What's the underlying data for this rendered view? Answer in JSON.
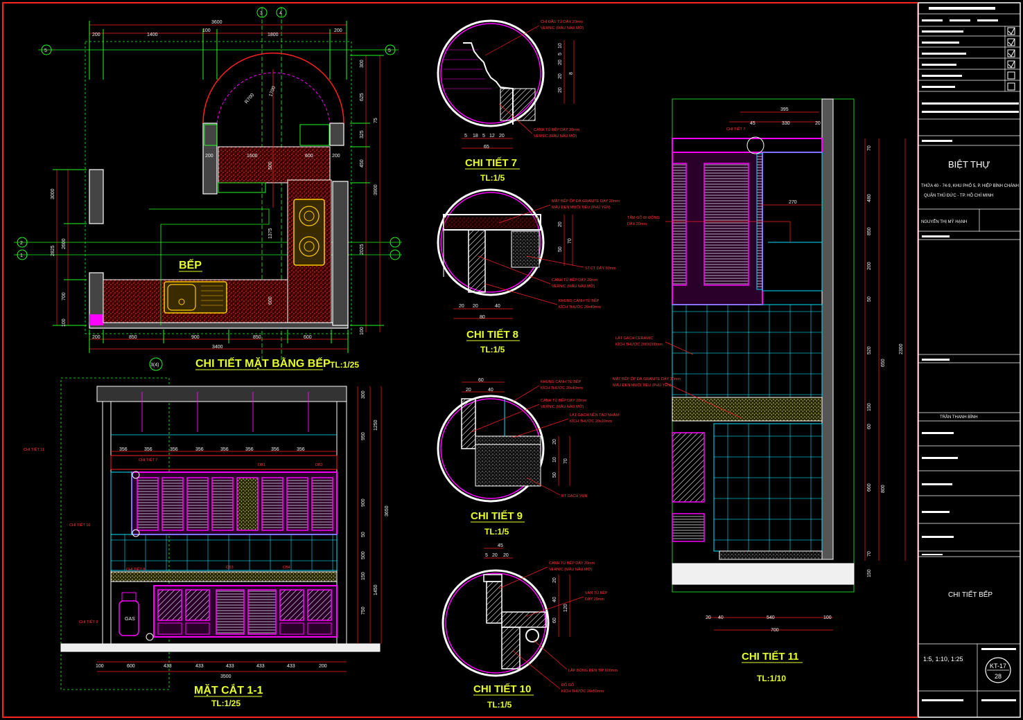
{
  "colors": {
    "background": "#000000",
    "frame": "#ff2020",
    "wall": "#ffffff",
    "accent_green": "#22ff22",
    "accent_magenta": "#ff00ff",
    "cyan": "#00e5ff",
    "title": "#e8ff2a",
    "dimension_text": "#f2f2f2",
    "note_text": "#ff3b3b"
  },
  "plan": {
    "title": "CHI TIẾT MẶT BẰNG BẾP",
    "scale": "TL:1/25",
    "room_label": "BẾP",
    "top_dims": [
      "3600",
      "200",
      "1400",
      "100",
      "1800",
      "200"
    ],
    "bottom_dims": [
      "200",
      "850",
      "900",
      "850",
      "600",
      "3400"
    ],
    "grid_marks": [
      "5",
      "5",
      "3",
      "4",
      "2",
      "1",
      "3(4)"
    ],
    "left_dims": [
      "3000",
      "2600",
      "700",
      "100",
      "2825"
    ],
    "right_dims": [
      "300",
      "625",
      "325",
      "450",
      "3900",
      "2025",
      "100",
      "75"
    ],
    "inner_dims": [
      "200",
      "1600",
      "600",
      "200",
      "R700",
      "1700",
      "1375",
      "600",
      "500"
    ]
  },
  "section": {
    "title": "MẶT CẮT 1-1",
    "scale": "TL:1/25",
    "top_dims": [
      "356",
      "356",
      "356",
      "356",
      "356",
      "356",
      "356",
      "356"
    ],
    "bottom_dims": [
      "100",
      "600",
      "433",
      "433",
      "433",
      "433",
      "433",
      "200",
      "3500"
    ],
    "right_dims": [
      "300",
      "950",
      "1250",
      "900",
      "50",
      "500",
      "3650",
      "150",
      "750",
      "1450"
    ],
    "labels": [
      "CHI TIẾT 11",
      "CHI TIẾT 7",
      "CHI TIẾT 10",
      "CHI TIẾT 8",
      "CHI TIẾT 9",
      "DB1",
      "DB2",
      "CB3",
      "CB4",
      "GAS"
    ]
  },
  "details": [
    {
      "title": "CHI TIẾT 7",
      "scale": "TL:1/5",
      "notes": [
        "CHỈ ĐẦU TỦ DÀY 20mm",
        "VERNIC (MÀU NÂU MỜ)",
        "CÁNH TỦ BẾP DÀY 20mm",
        "VERNIC (MÀU NÂU MỜ)"
      ],
      "dims": [
        "5",
        "18",
        "5",
        "12",
        "20",
        "65",
        "10",
        "5",
        "20",
        "20",
        "20",
        "8"
      ]
    },
    {
      "title": "CHI TIẾT 8",
      "scale": "TL:1/5",
      "notes": [
        "MẶT BẾP ỐP ĐÁ GRANITE DÀY 20mm",
        "MÀU ĐEN MUỐI TIÊU (PHÚ YÊN)",
        "ST.CT DÀY 50mm",
        "CÁNH TỦ BẾP DÀY 20mm",
        "VERNIC (MÀU NÂU MỜ)",
        "KHUNG CÁNH TỦ BẾP",
        "KÍCH THƯỚC 20x40mm"
      ],
      "dims": [
        "20",
        "20",
        "40",
        "80",
        "20",
        "50",
        "70"
      ]
    },
    {
      "title": "CHI TIẾT 9",
      "scale": "TL:1/5",
      "notes": [
        "KHUNG CÁNH TỦ BẾP",
        "KÍCH THƯỚC 20x40mm",
        "CÁNH TỦ BẾP DÀY 20mm",
        "VERNIC (MÀU NÂU MỜ)",
        "LÁT GẠCH NỀN TẠO NHÁM",
        "KÍCH THƯỚC 20x20mm",
        "BT GẠCH VỤN"
      ],
      "dims": [
        "60",
        "20",
        "40",
        "20",
        "10",
        "50",
        "70"
      ]
    },
    {
      "title": "CHI TIẾT 10",
      "scale": "TL:1/5",
      "notes": [
        "CÁNH TỦ BẾP DÀY 20mm",
        "VERNIC (MÀU NÂU MỜ)",
        "VÁN TỦ BẾP",
        "DÀY 20mm",
        "LẮP BÓNG ĐÈN TÍP 600mm",
        "ĐỒ GỖ",
        "KÍCH THƯỚC 20x50mm"
      ],
      "dims": [
        "45",
        "5",
        "20",
        "20",
        "20",
        "40",
        "60",
        "120"
      ]
    },
    {
      "title": "CHI TIẾT 11",
      "scale": "TL:1/10",
      "notes": [
        "CHI TIẾT 7",
        "TẤM GỖ ĐI ĐỘNG",
        "DÀY 20mm",
        "LÁT GẠCH CERAMIC",
        "KÍCH THƯỚC 200X200mm",
        "MẶT BẾP ỐP ĐÁ GRANITE DÀY 20mm",
        "MÀU ĐEN MUỐI TIÊU (PHÚ YÊN)"
      ],
      "dims": [
        "395",
        "45",
        "330",
        "20",
        "270",
        "20",
        "40",
        "540",
        "100",
        "700",
        "70",
        "480",
        "850",
        "200",
        "50",
        "520",
        "650",
        "2300",
        "150",
        "60",
        "660",
        "800",
        "70",
        "150"
      ]
    }
  ],
  "title_block": {
    "project": "BIỆT THỰ",
    "address_1": "THỬA 40 - 74-9, KHU PHỐ 5, P. HIỆP BÌNH CHÁNH",
    "address_2": "QUẬN THỦ ĐỨC - TP. HỒ CHÍ MINH",
    "owner": "NGUYỄN THỊ MỸ HẠNH",
    "designer": "TRẦN THANH BÌNH",
    "drawing_name": "CHI TIẾT BẾP",
    "scale": "1:5, 1:10, 1:25",
    "sheet_no": "KT-17",
    "sheet_total": "28"
  }
}
